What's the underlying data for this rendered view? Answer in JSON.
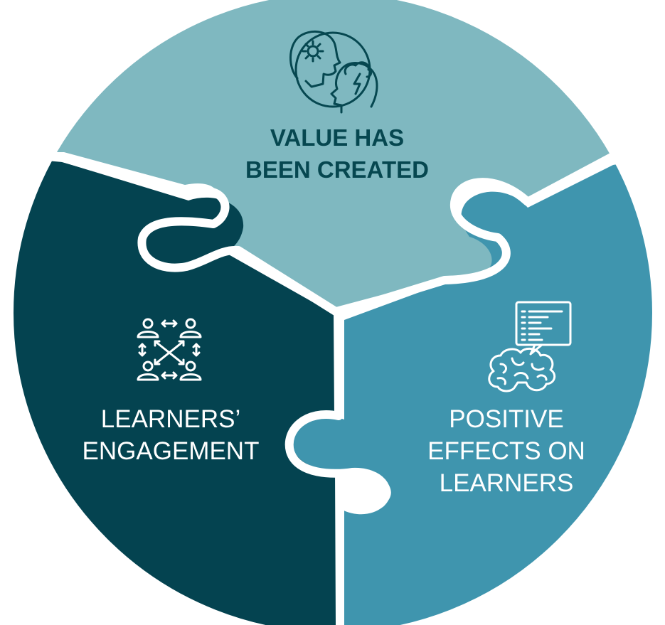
{
  "colors": {
    "top_piece": "#7fb8c0",
    "left_piece": "#044350",
    "right_piece": "#3f95ae",
    "separator": "#ffffff",
    "icon_dark": "#064750",
    "icon_light": "#ffffff",
    "label_dark": "#064750",
    "label_light": "#ffffff"
  },
  "pieces": {
    "top": {
      "label_line1": "VALUE HAS",
      "label_line2": "BEEN CREATED",
      "icon": "heads-gear-lightning-icon"
    },
    "left": {
      "label_line1": "LEARNERS’",
      "label_line2": "ENGAGEMENT",
      "icon": "people-network-icon"
    },
    "right": {
      "label_line1": "POSITIVE",
      "label_line2": "EFFECTS ON",
      "label_line3": "LEARNERS",
      "icon": "brain-report-icon"
    }
  }
}
